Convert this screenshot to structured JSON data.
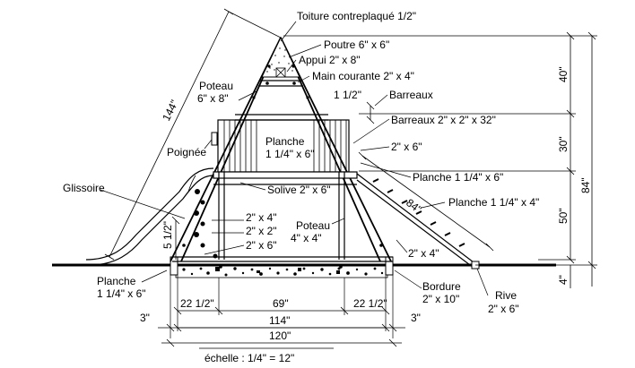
{
  "labels": {
    "toiture": "Toiture contreplaqué 1/2\"",
    "poutre": "Poutre 6\" x 6\"",
    "appui": "Appui 2\" x 8\"",
    "main_courante": "Main courante 2\" x 4\"",
    "poteau_top_1": "Poteau",
    "poteau_top_2": "6\" x 8\"",
    "barreaux_1": "1 1/2\"",
    "barreaux_1_word": "Barreaux",
    "barreaux_2": "Barreaux 2\" x 2\" x 32\"",
    "poignee": "Poignée",
    "planche_center_1": "Planche",
    "planche_center_2": "1 1/4\" x 6\"",
    "two_by_six_right": "2\" x 6\"",
    "planche_ramp": "Planche 1 1/4\" x 6\"",
    "glissoire": "Glissoire",
    "solive": "Solive 2\" x 6\"",
    "planche_right": "Planche 1 1/4\" x 4\"",
    "two_by_four_a": "2\" x 4\"",
    "two_by_two": "2\" x 2\"",
    "two_by_six_b": "2\" x 6\"",
    "poteau_mid_1": "Poteau",
    "poteau_mid_2": "4\" x 4\"",
    "two_by_four_ramp": "2\" x 4\"",
    "planche_bottom_1": "Planche",
    "planche_bottom_2": "1 1/4\" x 6\"",
    "bordure_1": "Bordure",
    "bordure_2": "2\" x 10\"",
    "rive_1": "Rive",
    "rive_2": "2\" x 6\"",
    "echelle": "échelle : 1/4\" = 12\""
  },
  "dimensions": {
    "d144": "144\"",
    "d84_ramp": "84\"",
    "d40": "40\"",
    "d30": "30\"",
    "d84": "84\"",
    "d50": "50\"",
    "d4": "4\"",
    "d5_half": "5 1/2\"",
    "d22_half_left": "22 1/2\"",
    "d69": "69\"",
    "d22_half_right": "22 1/2\"",
    "d3_left": "3\"",
    "d114": "114\"",
    "d3_right": "3\"",
    "d120": "120\""
  }
}
